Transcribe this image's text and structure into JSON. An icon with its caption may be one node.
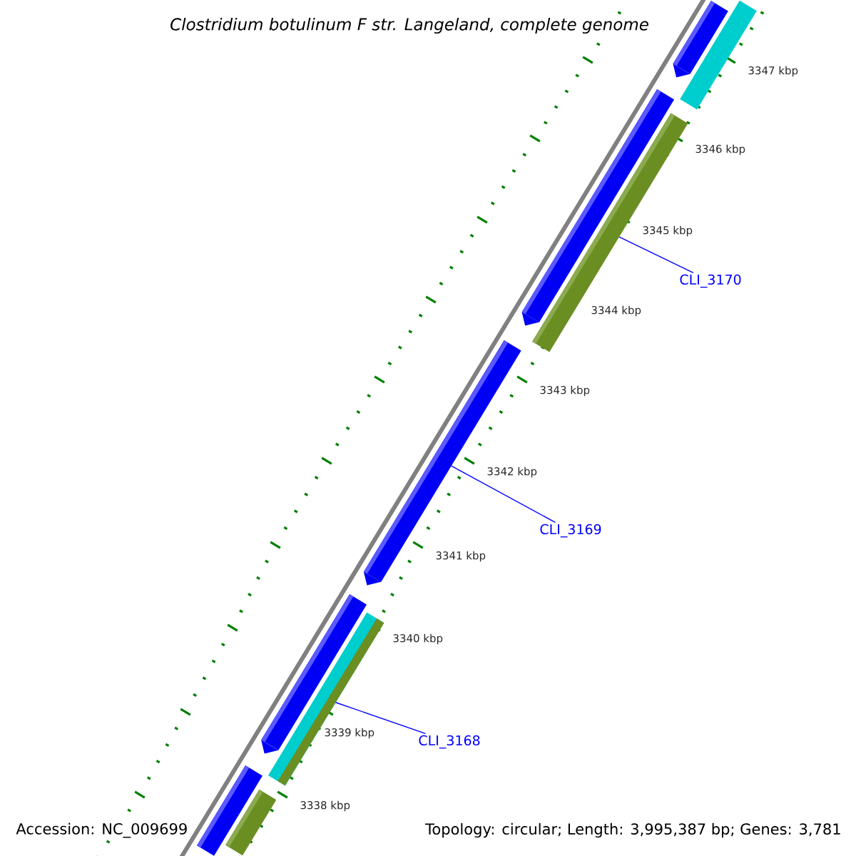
{
  "diagram": {
    "title": "Clostridium botulinum F str. Langeland, complete genome",
    "nodes": [
      {
        "text": [
          "CLI_3170"
        ]
      },
      {
        "text": [
          "CLI_3169"
        ]
      },
      {
        "text": [
          "CLI_3168"
        ]
      },
      {
        "text": [],
        "shape": "bar"
      },
      {
        "text": [],
        "shape": "bar"
      },
      {
        "text": [],
        "shape": "bar"
      },
      {
        "text": [],
        "shape": "bar"
      },
      {
        "text": [],
        "shape": "bar"
      },
      {
        "text": [],
        "shape": "bar"
      },
      {
        "text": [],
        "shape": "bar"
      },
      {
        "text": [],
        "shape": "bar"
      },
      {
        "text": [],
        "shape": "bar"
      }
    ],
    "edges": [
      {
        "from": 0,
        "to": 6,
        "arrow": "none"
      },
      {
        "from": 1,
        "to": 7,
        "arrow": "none"
      },
      {
        "from": 2,
        "to": 9,
        "arrow": "none"
      }
    ],
    "labels": [
      "3347 kbp",
      "3346 kbp",
      "3345 kbp",
      "3344 kbp",
      "3343 kbp",
      "3342 kbp",
      "3341 kbp",
      "3340 kbp",
      "3339 kbp",
      "3338 kbp",
      "Accession: NC_009699",
      "Topology: circular; Length: 3,995,387 bp; Genes: 3,781"
    ]
  }
}
